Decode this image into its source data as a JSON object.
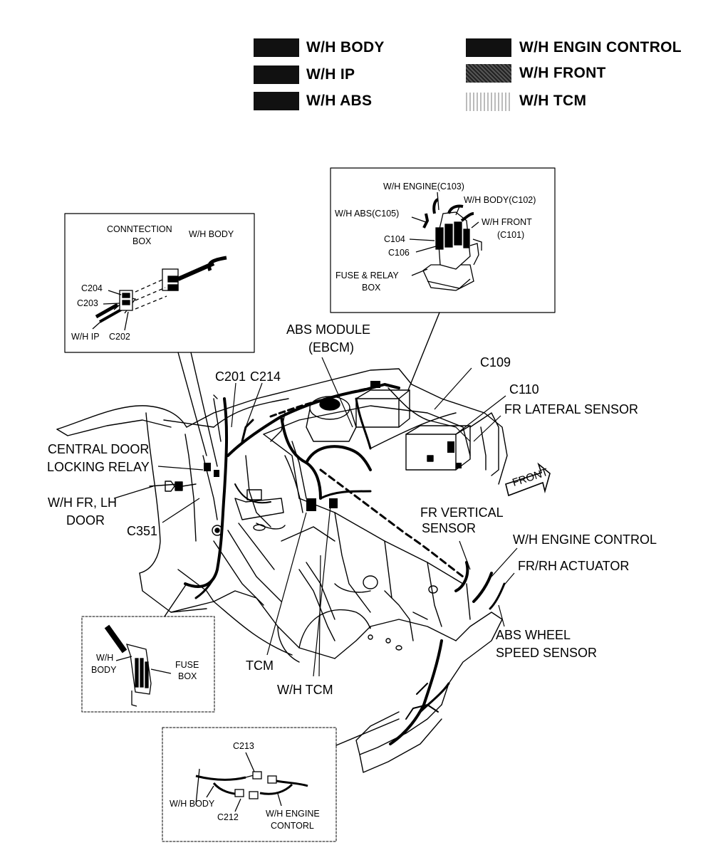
{
  "legend": {
    "items": [
      {
        "label": "W/H BODY",
        "swatch": "#111111"
      },
      {
        "label": "W/H IP",
        "swatch": "#111111"
      },
      {
        "label": "W/H ABS",
        "swatch": "#111111"
      },
      {
        "label": "W/H ENGIN CONTROL",
        "swatch": "#111111"
      },
      {
        "label": "W/H FRONT",
        "swatch": "#444444"
      },
      {
        "label": "W/H TCM",
        "swatch": "#dddddd"
      }
    ]
  },
  "inset_connection_box": {
    "title_line1": "CONNTECTION",
    "title_line2": "BOX",
    "wh_body": "W/H BODY",
    "c204": "C204",
    "c203": "C203",
    "wh_ip": "W/H IP",
    "c202": "C202"
  },
  "inset_fuse_relay": {
    "wh_engine": "W/H ENGINE(C103)",
    "wh_body": "W/H BODY(C102)",
    "wh_abs": "W/H ABS(C105)",
    "wh_front_line1": "W/H FRONT",
    "wh_front_line2": "(C101)",
    "c104": "C104",
    "c106": "C106",
    "fuse_line1": "FUSE & RELAY",
    "fuse_line2": "BOX"
  },
  "inset_fuse_box": {
    "wh_line1": "W/H",
    "wh_line2": "BODY",
    "fuse_line1": "FUSE",
    "fuse_line2": "BOX"
  },
  "inset_c213": {
    "c213": "C213",
    "wh_body": "W/H BODY",
    "c212": "C212",
    "wh_engine_line1": "W/H ENGINE",
    "wh_engine_line2": "CONTORL"
  },
  "main_labels": {
    "abs_module_line1": "ABS MODULE",
    "abs_module_line2": "(EBCM)",
    "c109": "C109",
    "c110": "C110",
    "fr_lateral": "FR LATERAL SENSOR",
    "c201": "C201",
    "c214": "C214",
    "central_door_line1": "CENTRAL DOOR",
    "central_door_line2": "LOCKING RELAY",
    "wh_fr_lh_line1": "W/H FR, LH",
    "wh_fr_lh_line2": "DOOR",
    "c351": "C351",
    "front_arrow": "FRONT",
    "fr_vertical_line1": "FR VERTICAL",
    "fr_vertical_line2": "SENSOR",
    "wh_engine_control": "W/H ENGINE CONTROL",
    "fr_rh_actuator": "FR/RH ACTUATOR",
    "abs_wheel_line1": "ABS WHEEL",
    "abs_wheel_line2": "SPEED SENSOR",
    "tcm": "TCM",
    "wh_tcm": "W/H TCM"
  }
}
